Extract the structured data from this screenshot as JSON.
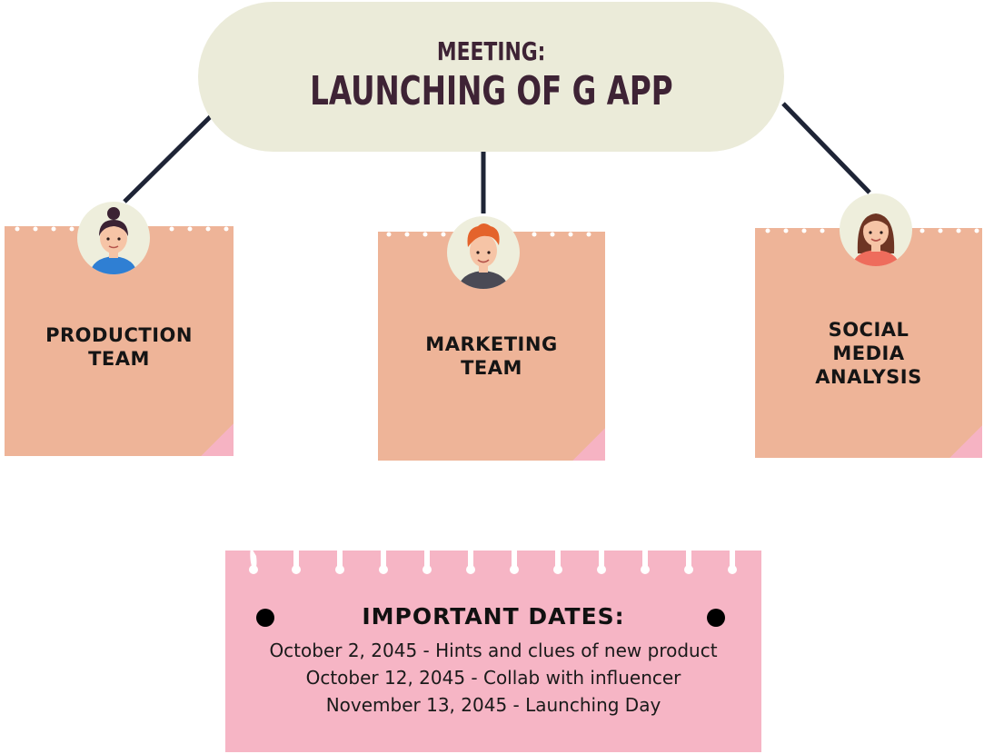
{
  "meeting": {
    "label": "MEETING:",
    "title": "LAUNCHING OF G APP"
  },
  "teams": [
    {
      "name_lines": [
        "PRODUCTION",
        "TEAM"
      ],
      "avatar_icon": "woman-bun-avatar-icon"
    },
    {
      "name_lines": [
        "MARKETING",
        "TEAM"
      ],
      "avatar_icon": "man-orange-hair-avatar-icon"
    },
    {
      "name_lines": [
        "SOCIAL",
        "MEDIA",
        "ANALYSIS"
      ],
      "avatar_icon": "woman-brown-hair-avatar-icon"
    }
  ],
  "important_dates": {
    "title": "IMPORTANT DATES:",
    "items": [
      "October 2, 2045 - Hints and clues of new product",
      "October 12, 2045 - Collab with influencer",
      "November 13, 2045 - Launching Day"
    ]
  },
  "colors": {
    "pill": "#ebebd9",
    "pill_text": "#3e2335",
    "team_note": "#eeb498",
    "dates_note": "#f6b5c5",
    "connector": "#1e2436"
  }
}
